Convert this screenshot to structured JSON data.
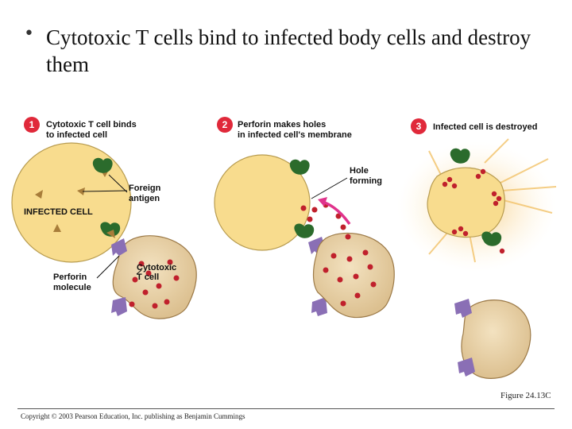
{
  "slide": {
    "bullet": "•",
    "title": "Cytotoxic T cells bind to infected body cells and destroy them"
  },
  "steps": [
    {
      "number": "1",
      "line1": "Cytotoxic T cell binds",
      "line2": "to infected cell"
    },
    {
      "number": "2",
      "line1": "Perforin makes holes",
      "line2": "in infected cell's membrane"
    },
    {
      "number": "3",
      "line1": "Infected cell is destroyed",
      "line2": ""
    }
  ],
  "labels": {
    "foreign_antigen_1": "Foreign",
    "foreign_antigen_2": "antigen",
    "infected_cell": "INFECTED CELL",
    "perforin_1": "Perforin",
    "perforin_2": "molecule",
    "cytotoxic_1": "Cytotoxic",
    "cytotoxic_2": "T cell",
    "hole_1": "Hole",
    "hole_2": "forming"
  },
  "figure_caption": "Figure 24.13C",
  "copyright": "Copyright © 2003 Pearson Education, Inc. publishing as Benjamin Cummings",
  "colors": {
    "step_badge": "#e0293a",
    "infected_cell": "#f8dc8e",
    "t_cell": "#ecd4a8",
    "perforin": "#c0202c",
    "receptor": "#2b6b2c",
    "antigen": "#a87d3a",
    "mhc": "#8a6fb5",
    "arrow": "#e0338c"
  }
}
